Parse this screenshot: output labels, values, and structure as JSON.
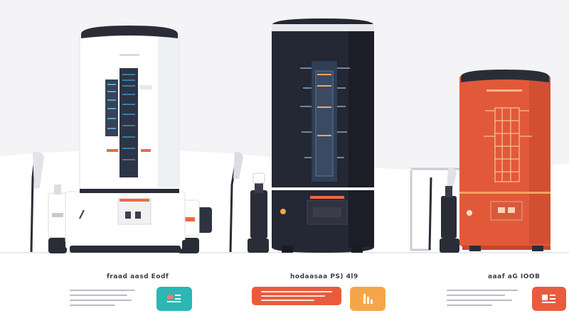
{
  "colors": {
    "background": "#f7f7f8",
    "floor": "#ffffff",
    "white_unit_body": "#ffffff",
    "dark_unit_body": "#242734",
    "orange_unit_body": "#e2593a",
    "accent_orange": "#ee6a3f",
    "accent_teal": "#2bb7b4",
    "accent_yellow": "#f6a64a",
    "accent_red": "#ea5b3d",
    "display_blue": "#3b4a63"
  },
  "icons": [
    "water-heater-white",
    "water-heater-dark",
    "water-heater-orange",
    "cable-icon",
    "control-panel-icon"
  ],
  "captions": [
    {
      "text": "fraad aasd Eodf"
    },
    {
      "text": "hodaasaa PS) 4l9"
    },
    {
      "text": "aaaf aG IOOB"
    }
  ]
}
